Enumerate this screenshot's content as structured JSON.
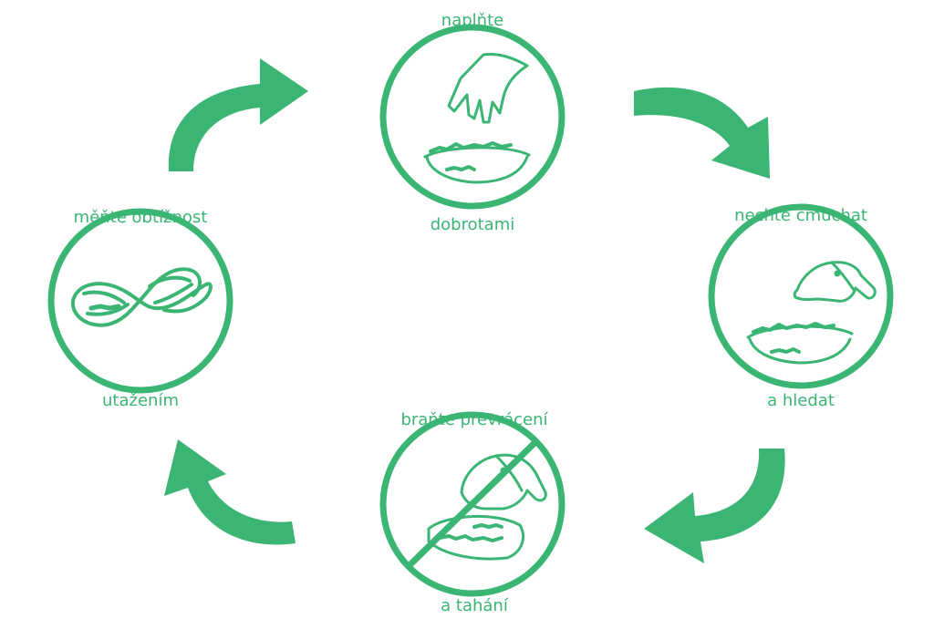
{
  "diagram": {
    "accent_color": "#3bb574",
    "steps": [
      {
        "id": "fill",
        "top_label": "naplňte",
        "bottom_label": "dobrotami",
        "icon": "hand-sprinkling-bowl-icon"
      },
      {
        "id": "sniff",
        "top_label": "nechte čmuchat",
        "bottom_label": "a hledat",
        "icon": "dog-sniffing-bowl-icon"
      },
      {
        "id": "prevent",
        "top_label": "braňte převrácení",
        "bottom_label": "a tahání",
        "icon": "no-tipping-bowl-icon"
      },
      {
        "id": "difficulty",
        "top_label": "měňte obtížnost",
        "bottom_label": "utažením",
        "icon": "twisted-mat-icon"
      }
    ],
    "arrows": [
      {
        "from": "difficulty",
        "to": "fill"
      },
      {
        "from": "fill",
        "to": "sniff"
      },
      {
        "from": "sniff",
        "to": "prevent"
      },
      {
        "from": "prevent",
        "to": "difficulty"
      }
    ]
  }
}
